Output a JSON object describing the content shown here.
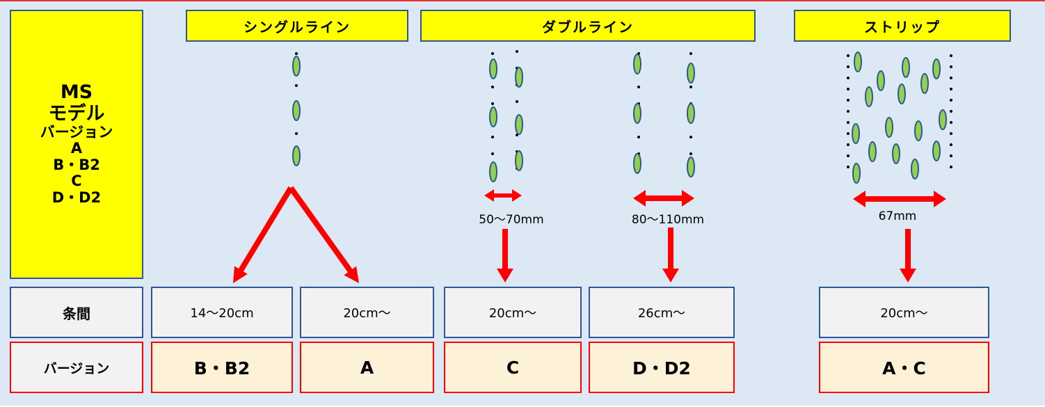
{
  "headers": {
    "single": "シングルライン",
    "double": "ダブルライン",
    "strip": "ストリップ"
  },
  "model": {
    "ms": "MS",
    "model": "モデル",
    "version": "バージョン",
    "v1": "A",
    "v2": "B・B2",
    "v3": "C",
    "v4": "D・D2"
  },
  "spacings": {
    "double_narrow": "50～70mm",
    "double_wide": "80～110mm",
    "strip": "67mm"
  },
  "row_gap": {
    "label": "条間",
    "values": [
      "14～20cm",
      "20cm～",
      "20cm～",
      "26cm～",
      "20cm～"
    ]
  },
  "row_version": {
    "label": "バージョン",
    "values": [
      "B・B2",
      "A",
      "C",
      "D・D2",
      "A・C"
    ]
  },
  "colors": {
    "background": "#dce8f4",
    "header_fill": "#ffff00",
    "box_border_blue": "#2f5597",
    "version_border_red": "#ff0000",
    "version_fill": "#fdf2d8",
    "arrow_red": "#ff0000",
    "seed_fill": "#92d050",
    "seed_outline": "#2f5597"
  }
}
